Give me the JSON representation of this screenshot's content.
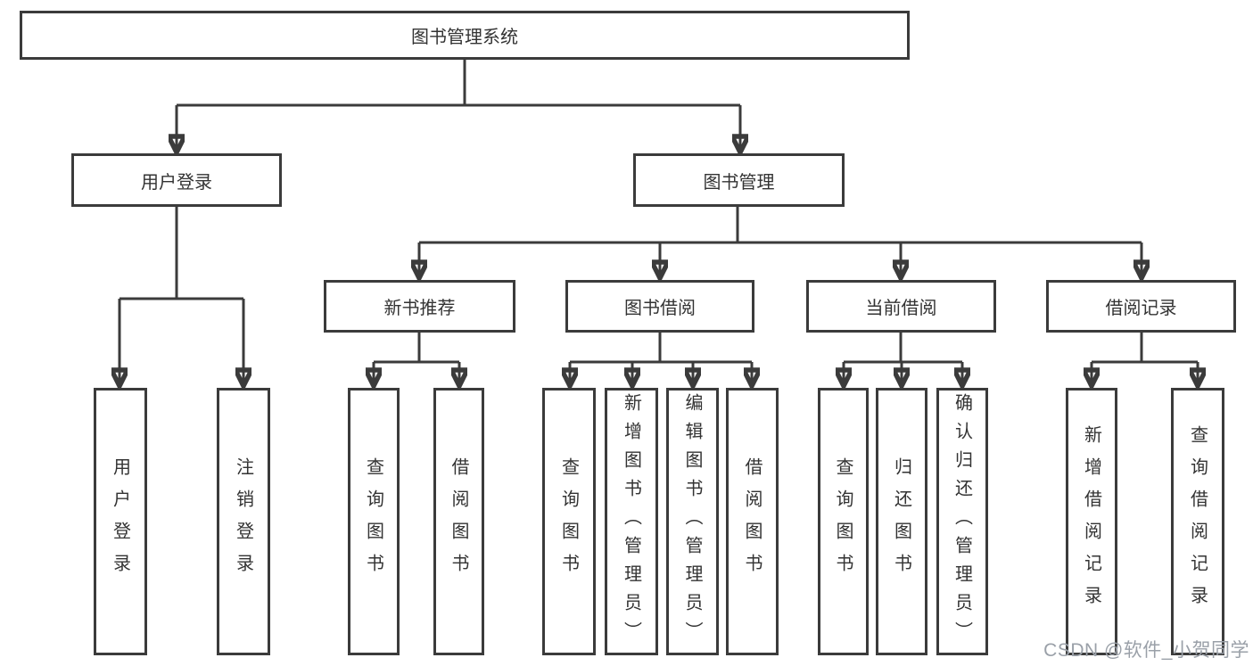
{
  "diagram": {
    "title": "图书管理系统",
    "branches": [
      {
        "label": "用户登录",
        "children": [
          {
            "label": "用户登录"
          },
          {
            "label": "注销登录"
          }
        ]
      },
      {
        "label": "图书管理",
        "children": [
          {
            "label": "新书推荐",
            "children": [
              {
                "label": "查询图书"
              },
              {
                "label": "借阅图书"
              }
            ]
          },
          {
            "label": "图书借阅",
            "children": [
              {
                "label": "查询图书"
              },
              {
                "label": "新增图书（管理员）"
              },
              {
                "label": "编辑图书（管理员）"
              },
              {
                "label": "借阅图书"
              }
            ]
          },
          {
            "label": "当前借阅",
            "children": [
              {
                "label": "查询图书"
              },
              {
                "label": "归还图书"
              },
              {
                "label": "确认归还（管理员）"
              }
            ]
          },
          {
            "label": "借阅记录",
            "children": [
              {
                "label": "新增借阅记录"
              },
              {
                "label": "查询借阅记录"
              }
            ]
          }
        ]
      }
    ]
  },
  "watermark": "CSDN @软件_小贺同学",
  "colors": {
    "line": "#3b3b3b",
    "box_border": "#3b3b3b",
    "text": "#333333",
    "watermark": "#9aa0a8",
    "background": "#ffffff"
  }
}
